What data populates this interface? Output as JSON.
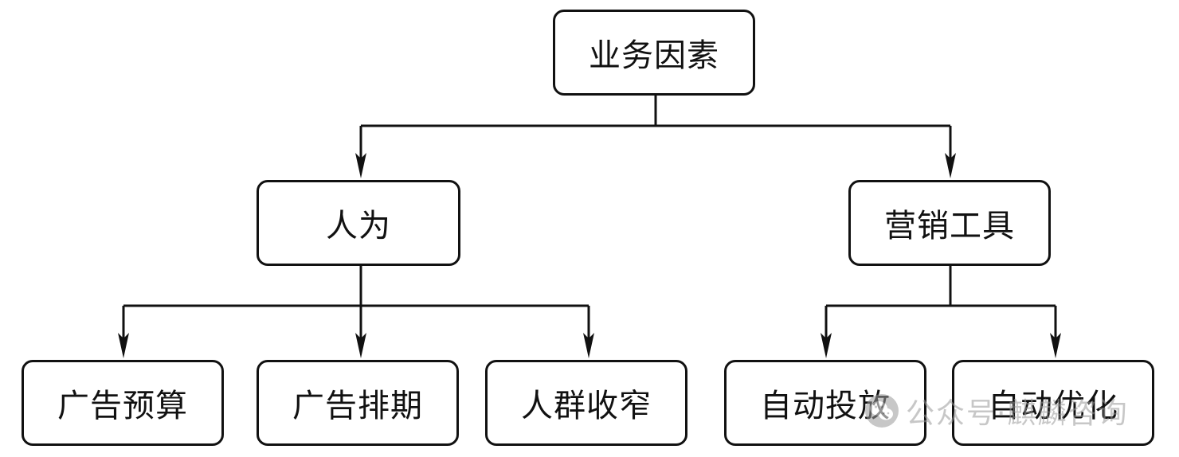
{
  "diagram": {
    "root": {
      "label": "业务因素"
    },
    "human": {
      "label": "人为"
    },
    "tools": {
      "label": "营销工具"
    },
    "budget": {
      "label": "广告预算"
    },
    "schedule": {
      "label": "广告排期"
    },
    "audience": {
      "label": "人群收窄"
    },
    "auto_deliver": {
      "label": "自动投放"
    },
    "auto_optimize": {
      "label": "自动优化"
    }
  },
  "watermark": {
    "text": "公众号·麒麟咨询",
    "icon": "wechat-icon"
  },
  "colors": {
    "stroke": "#111111",
    "background": "#ffffff",
    "watermark": "#9a9a9a"
  }
}
